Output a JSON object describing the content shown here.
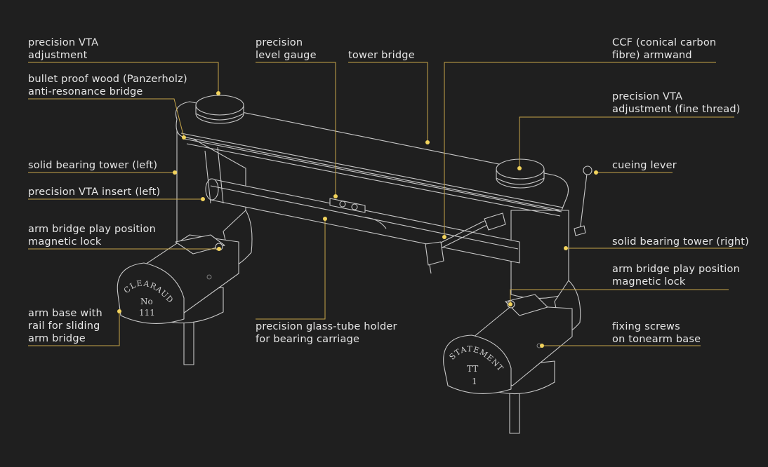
{
  "colors": {
    "background": "#1f1f1f",
    "text": "#e6e6e6",
    "leader": "#c7a64a",
    "dot": "#f2d35c",
    "drawing": "#c9c9c9"
  },
  "labels": {
    "vta_left": {
      "line1": "precision VTA",
      "line2": "adjustment"
    },
    "wood_bridge": {
      "line1": "bullet proof wood (Panzerholz)",
      "line2": "anti-resonance bridge"
    },
    "tower_left": {
      "line1": "solid bearing tower (left)"
    },
    "vta_insert": {
      "line1": "precision VTA insert (left)"
    },
    "magnet_left": {
      "line1": "arm bridge play position",
      "line2": "magnetic lock"
    },
    "arm_base": {
      "line1": "arm base with",
      "line2": "rail for sliding",
      "line3": "arm bridge"
    },
    "level_gauge": {
      "line1": "precision",
      "line2": "level gauge"
    },
    "tower_bridge": {
      "line1": "tower bridge"
    },
    "glass_tube": {
      "line1": "precision glass-tube holder",
      "line2": "for bearing carriage"
    },
    "armwand": {
      "line1": "CCF (conical carbon",
      "line2": "fibre) armwand"
    },
    "vta_fine": {
      "line1": "precision VTA",
      "line2": "adjustment (fine thread)"
    },
    "cueing": {
      "line1": "cueing lever"
    },
    "tower_right": {
      "line1": "solid bearing tower (right)"
    },
    "magnet_right": {
      "line1": "arm bridge play position",
      "line2": "magnetic lock"
    },
    "fixing_screws": {
      "line1": "fixing screws",
      "line2": "on tonearm base"
    }
  },
  "engravings": {
    "left": {
      "brand": "CLEARAUDIO",
      "line1": "No",
      "line2": "111"
    },
    "right": {
      "brand": "STATEMENT",
      "line1": "TT",
      "line2": "1"
    }
  }
}
